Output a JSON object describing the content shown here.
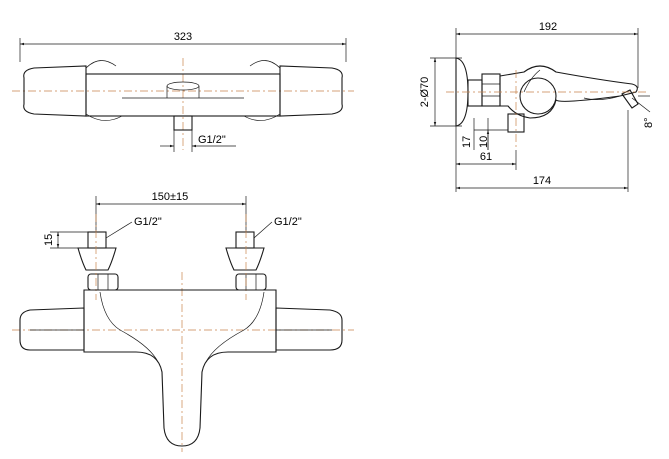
{
  "dimensions": {
    "top_width": "323",
    "top_thread": "G1/2\"",
    "side_length": "192",
    "side_diameter": "2-Ø70",
    "side_17": "17",
    "side_10": "10",
    "side_61": "61",
    "side_174": "174",
    "side_angle": "8°",
    "front_spacing": "150±15",
    "front_thread_left": "G1/2\"",
    "front_thread_right": "G1/2\"",
    "front_height": "15"
  },
  "colors": {
    "line": "#1a1a1a",
    "centerline": "#c8844c"
  }
}
